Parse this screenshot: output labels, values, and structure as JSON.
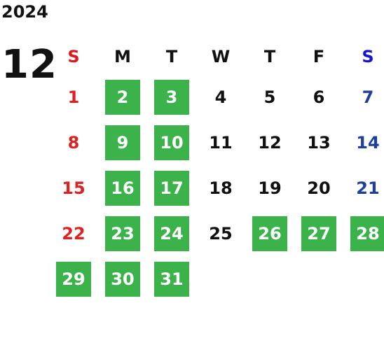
{
  "calendar": {
    "year": "2024",
    "month": "12",
    "colors": {
      "highlight": "#3cb34a",
      "sunday": "#dd2222",
      "saturday": "#1f3f9a",
      "header_sunday": "#e0161a",
      "header_saturday": "#1414d8"
    },
    "weekdays": [
      "S",
      "M",
      "T",
      "W",
      "T",
      "F",
      "S"
    ],
    "weeks": [
      [
        {
          "day": "1",
          "highlighted": false
        },
        {
          "day": "2",
          "highlighted": true
        },
        {
          "day": "3",
          "highlighted": true
        },
        {
          "day": "4",
          "highlighted": false
        },
        {
          "day": "5",
          "highlighted": false
        },
        {
          "day": "6",
          "highlighted": false
        },
        {
          "day": "7",
          "highlighted": false
        }
      ],
      [
        {
          "day": "8",
          "highlighted": false
        },
        {
          "day": "9",
          "highlighted": true
        },
        {
          "day": "10",
          "highlighted": true
        },
        {
          "day": "11",
          "highlighted": false
        },
        {
          "day": "12",
          "highlighted": false
        },
        {
          "day": "13",
          "highlighted": false
        },
        {
          "day": "14",
          "highlighted": false
        }
      ],
      [
        {
          "day": "15",
          "highlighted": false
        },
        {
          "day": "16",
          "highlighted": true
        },
        {
          "day": "17",
          "highlighted": true
        },
        {
          "day": "18",
          "highlighted": false
        },
        {
          "day": "19",
          "highlighted": false
        },
        {
          "day": "20",
          "highlighted": false
        },
        {
          "day": "21",
          "highlighted": false
        }
      ],
      [
        {
          "day": "22",
          "highlighted": false
        },
        {
          "day": "23",
          "highlighted": true
        },
        {
          "day": "24",
          "highlighted": true
        },
        {
          "day": "25",
          "highlighted": false
        },
        {
          "day": "26",
          "highlighted": true
        },
        {
          "day": "27",
          "highlighted": true
        },
        {
          "day": "28",
          "highlighted": true
        }
      ],
      [
        {
          "day": "29",
          "highlighted": true
        },
        {
          "day": "30",
          "highlighted": true
        },
        {
          "day": "31",
          "highlighted": true
        },
        {
          "day": "",
          "highlighted": false
        },
        {
          "day": "",
          "highlighted": false
        },
        {
          "day": "",
          "highlighted": false
        },
        {
          "day": "",
          "highlighted": false
        }
      ]
    ]
  }
}
